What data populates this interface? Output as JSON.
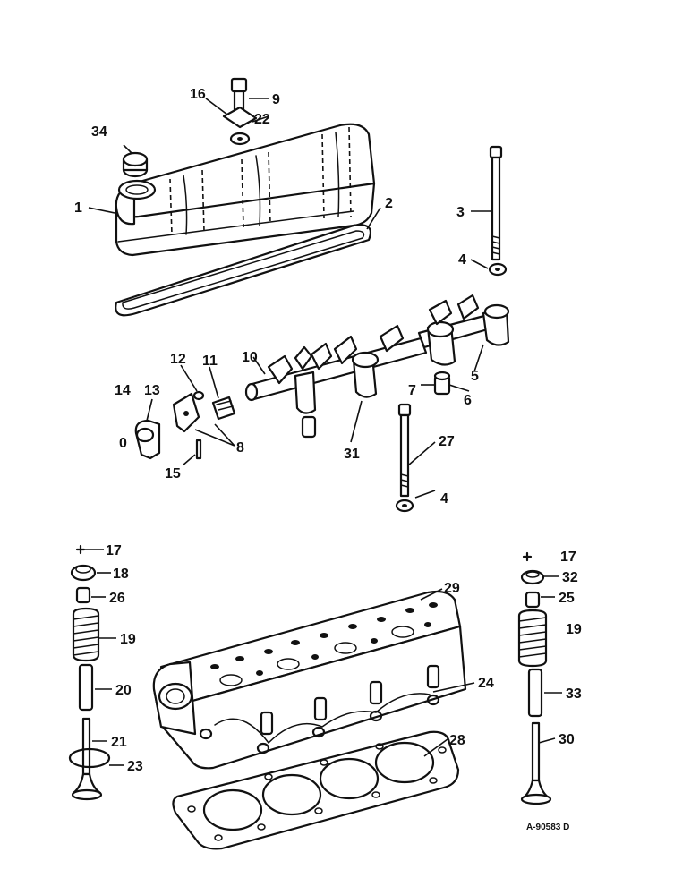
{
  "reference_code": "A-90583 D",
  "callouts": [
    {
      "id": "c1",
      "text": "1"
    },
    {
      "id": "c2",
      "text": "2"
    },
    {
      "id": "c3",
      "text": "3"
    },
    {
      "id": "c4a",
      "text": "4"
    },
    {
      "id": "c4b",
      "text": "4"
    },
    {
      "id": "c5",
      "text": "5"
    },
    {
      "id": "c6",
      "text": "6"
    },
    {
      "id": "c7",
      "text": "7"
    },
    {
      "id": "c8",
      "text": "8"
    },
    {
      "id": "c9",
      "text": "9"
    },
    {
      "id": "c10",
      "text": "10"
    },
    {
      "id": "c11",
      "text": "11"
    },
    {
      "id": "c12",
      "text": "12"
    },
    {
      "id": "c13",
      "text": "13"
    },
    {
      "id": "c14",
      "text": "14"
    },
    {
      "id": "c15",
      "text": "15"
    },
    {
      "id": "c16",
      "text": "16"
    },
    {
      "id": "c17a",
      "text": "17"
    },
    {
      "id": "c17b",
      "text": "17"
    },
    {
      "id": "c18",
      "text": "18"
    },
    {
      "id": "c19a",
      "text": "19"
    },
    {
      "id": "c19b",
      "text": "19"
    },
    {
      "id": "c20",
      "text": "20"
    },
    {
      "id": "c21",
      "text": "21"
    },
    {
      "id": "c22",
      "text": "22"
    },
    {
      "id": "c23",
      "text": "23"
    },
    {
      "id": "c24",
      "text": "24"
    },
    {
      "id": "c25",
      "text": "25"
    },
    {
      "id": "c26",
      "text": "26"
    },
    {
      "id": "c27",
      "text": "27"
    },
    {
      "id": "c28",
      "text": "28"
    },
    {
      "id": "c29",
      "text": "29"
    },
    {
      "id": "c30",
      "text": "30"
    },
    {
      "id": "c31",
      "text": "31"
    },
    {
      "id": "c32",
      "text": "32"
    },
    {
      "id": "c33",
      "text": "33"
    },
    {
      "id": "c34",
      "text": "34"
    },
    {
      "id": "c0",
      "text": "0"
    }
  ]
}
